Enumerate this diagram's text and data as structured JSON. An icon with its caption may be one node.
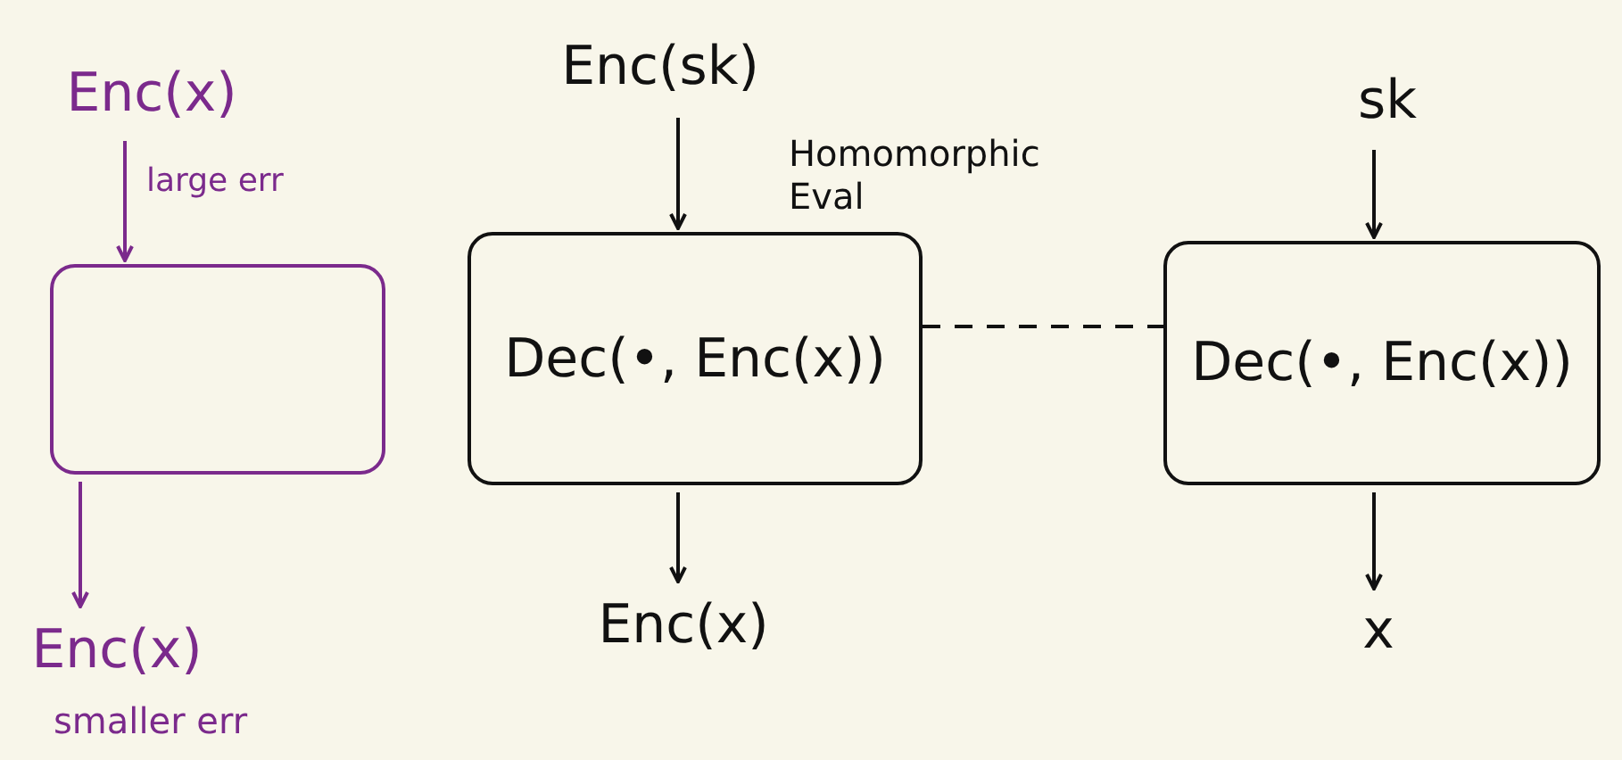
{
  "diagram": {
    "nodes": [
      {
        "text": [
          "Enc(x)"
        ]
      },
      {
        "text": [],
        "shape": "box"
      },
      {
        "text": [
          "Enc(x)"
        ],
        "beside": [
          "smaller err"
        ]
      },
      {
        "text": [
          "Enc(sk)"
        ]
      },
      {
        "text": [
          "Dec(•, Enc(x))"
        ],
        "beside": [
          "Homomorphic Eval"
        ]
      },
      {
        "text": [
          "Enc(x)"
        ]
      },
      {
        "text": [
          "sk"
        ]
      },
      {
        "text": [
          "Dec(•, Enc(x))"
        ]
      },
      {
        "text": [
          "x"
        ]
      }
    ],
    "edges": [
      {
        "from": 0,
        "to": 1,
        "arrow": "to",
        "label": "large err",
        "color": "#7b2a8c"
      },
      {
        "from": 1,
        "to": 2,
        "arrow": "to",
        "color": "#7b2a8c"
      },
      {
        "from": 3,
        "to": 4,
        "arrow": "to"
      },
      {
        "from": 4,
        "to": 5,
        "arrow": "to"
      },
      {
        "from": 6,
        "to": 7,
        "arrow": "to"
      },
      {
        "from": 7,
        "to": 8,
        "arrow": "to"
      },
      {
        "from": 4,
        "to": 7,
        "arrow": "none",
        "style": "dashed"
      }
    ]
  }
}
